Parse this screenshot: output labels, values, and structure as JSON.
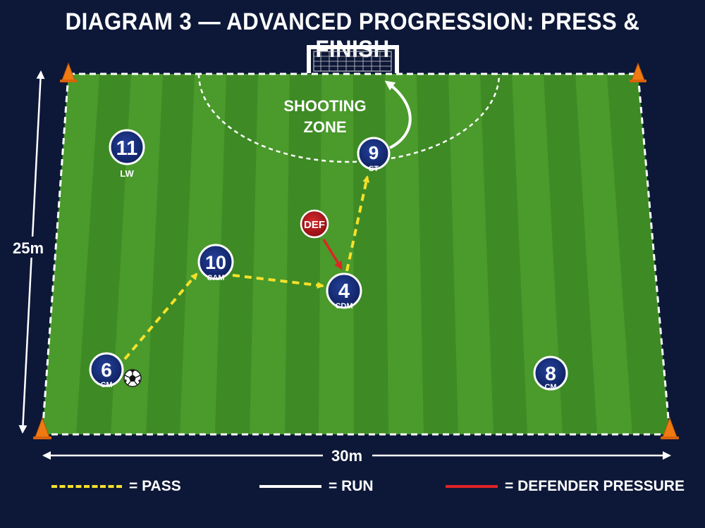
{
  "title": "DIAGRAM 3 — ADVANCED PROGRESSION: PRESS & FINISH",
  "dimensions": {
    "height": "25m",
    "width": "30m"
  },
  "zone_label_lines": [
    "SHOOTING",
    "ZONE"
  ],
  "defender": {
    "label": "DEF"
  },
  "players": [
    {
      "number": "11",
      "position": "LW"
    },
    {
      "number": "10",
      "position": "CAM"
    },
    {
      "number": "4",
      "position": "CDM"
    },
    {
      "number": "9",
      "position": "ST"
    },
    {
      "number": "6",
      "position": "CM"
    },
    {
      "number": "8",
      "position": "CM"
    }
  ],
  "legend": [
    {
      "label": "= PASS",
      "color": "#f5e12a",
      "style": "dashed"
    },
    {
      "label": "= RUN",
      "color": "#ffffff",
      "style": "solid"
    },
    {
      "label": "= DEFENDER PRESSURE",
      "color": "#e02424",
      "style": "solid"
    }
  ],
  "colors": {
    "background": "#0d1838",
    "pitch_light": "#4a9a2c",
    "pitch_dark": "#3e8a24",
    "player": "#132a6e",
    "defender": "#b3121c",
    "cone": "#f07a12"
  }
}
